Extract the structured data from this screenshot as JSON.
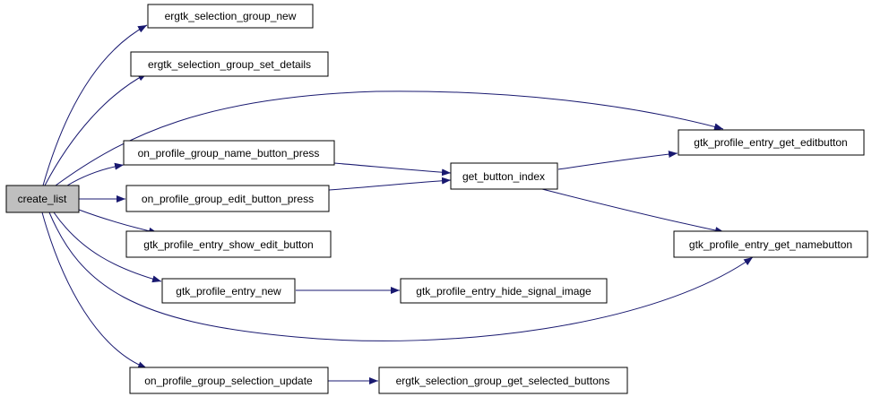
{
  "colors": {
    "edge": "#191970",
    "node_fill": "#ffffff",
    "root_fill": "#bfbfbf",
    "border": "#000000"
  },
  "nodes": {
    "create_list": "create_list",
    "sel_group_new": "ergtk_selection_group_new",
    "sel_group_set_details": "ergtk_selection_group_set_details",
    "name_button_press": "on_profile_group_name_button_press",
    "edit_button_press": "on_profile_group_edit_button_press",
    "show_edit_button": "gtk_profile_entry_show_edit_button",
    "entry_new": "gtk_profile_entry_new",
    "selection_update": "on_profile_group_selection_update",
    "get_button_index": "get_button_index",
    "hide_signal_image": "gtk_profile_entry_hide_signal_image",
    "get_selected_buttons": "ergtk_selection_group_get_selected_buttons",
    "get_editbutton": "gtk_profile_entry_get_editbutton",
    "get_namebutton": "gtk_profile_entry_get_namebutton"
  }
}
